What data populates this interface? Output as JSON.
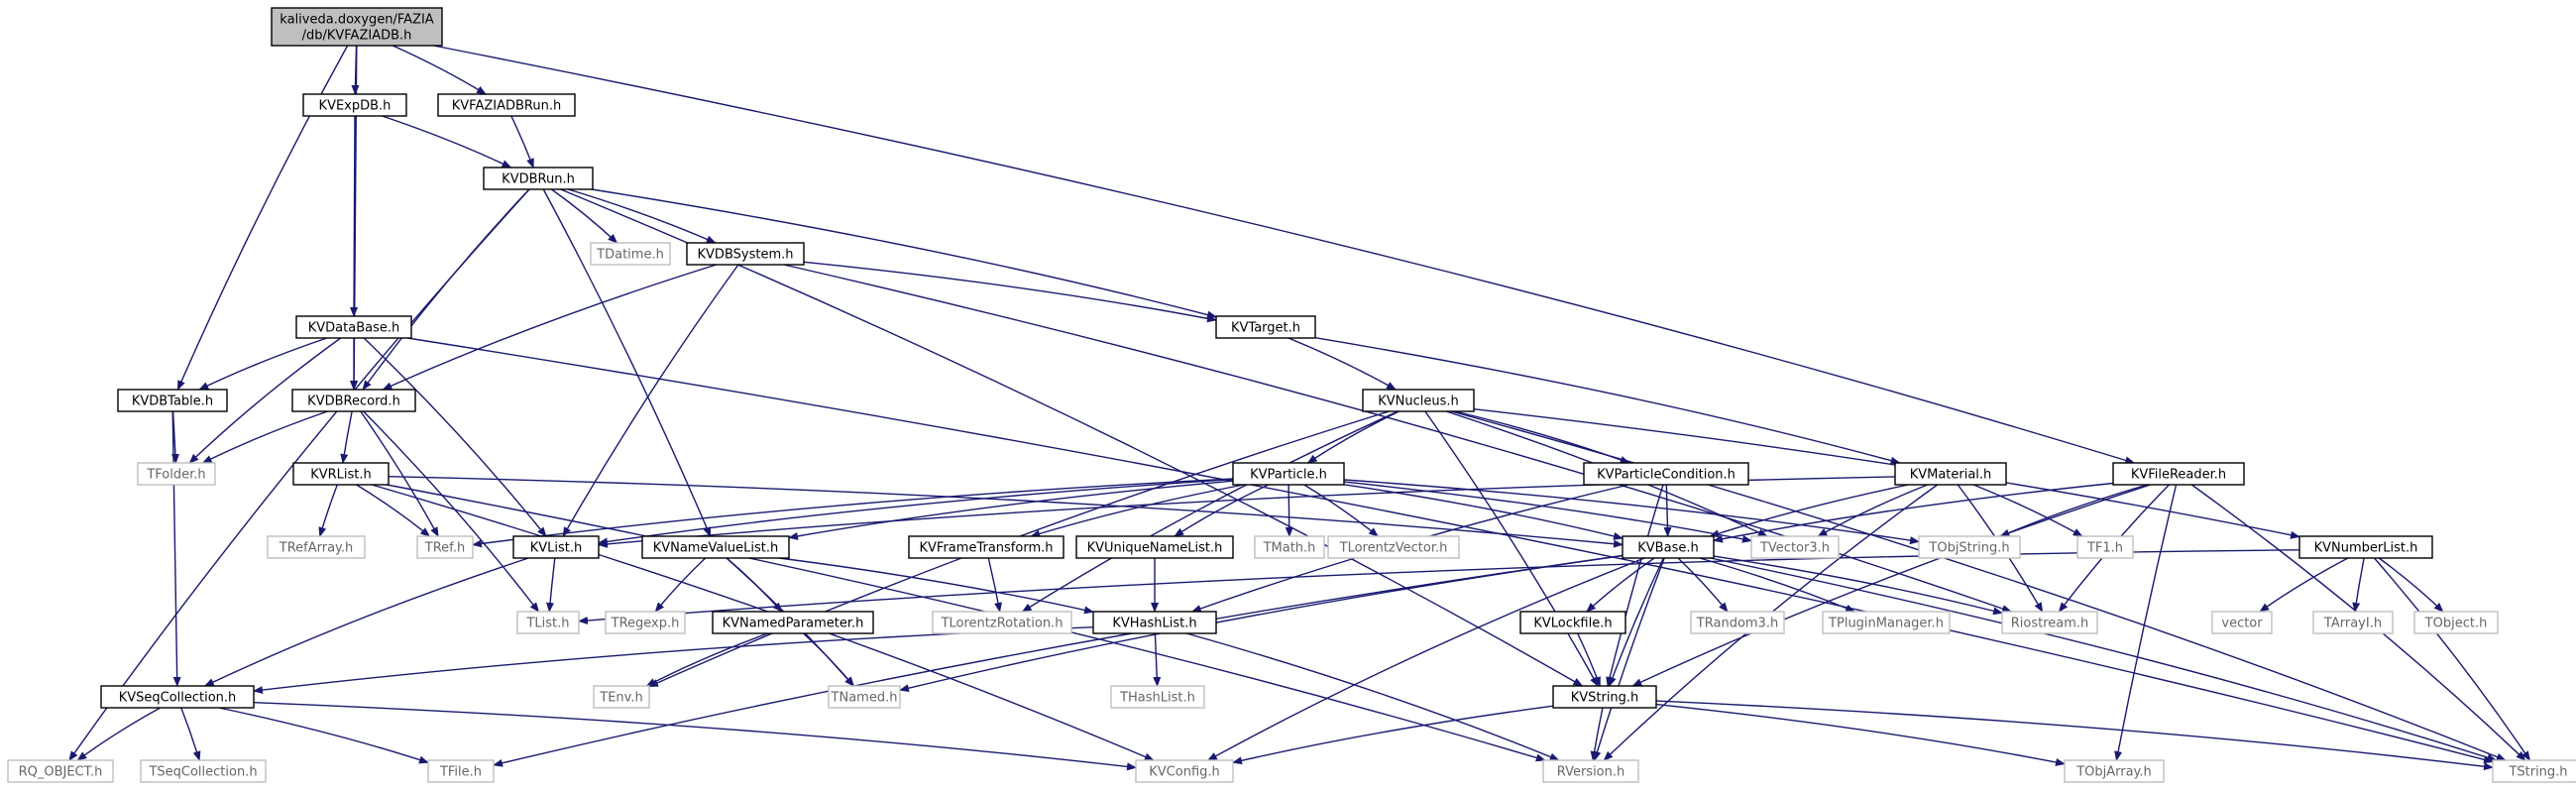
{
  "graph": {
    "colors": {
      "edge": "#191970",
      "root_fill": "#bfbfbf",
      "root_stroke": "#000000",
      "node_fill": "#ffffff",
      "node_stroke": "#000000",
      "external_stroke": "#bfbfbf",
      "external_text": "#666666",
      "text": "#000000"
    },
    "nodes": [
      {
        "id": "root",
        "lines": [
          "kaliveda.doxygen/FAZIA",
          "/db/KVFAZIADB.h"
        ],
        "kind": "root"
      },
      {
        "id": "kvexpdb",
        "lines": [
          "KVExpDB.h"
        ],
        "kind": "local"
      },
      {
        "id": "kvfaziadbrun",
        "lines": [
          "KVFAZIADBRun.h"
        ],
        "kind": "local"
      },
      {
        "id": "kvdbrun",
        "lines": [
          "KVDBRun.h"
        ],
        "kind": "local"
      },
      {
        "id": "tdatime",
        "lines": [
          "TDatime.h"
        ],
        "kind": "external"
      },
      {
        "id": "kvdbsystem",
        "lines": [
          "KVDBSystem.h"
        ],
        "kind": "local"
      },
      {
        "id": "kvtarget",
        "lines": [
          "KVTarget.h"
        ],
        "kind": "local"
      },
      {
        "id": "kvdatabase",
        "lines": [
          "KVDataBase.h"
        ],
        "kind": "local"
      },
      {
        "id": "kvdbtable",
        "lines": [
          "KVDBTable.h"
        ],
        "kind": "local"
      },
      {
        "id": "kvdbrecord",
        "lines": [
          "KVDBRecord.h"
        ],
        "kind": "local"
      },
      {
        "id": "tfolder",
        "lines": [
          "TFolder.h"
        ],
        "kind": "external"
      },
      {
        "id": "kvrlist",
        "lines": [
          "KVRList.h"
        ],
        "kind": "local"
      },
      {
        "id": "trefarray",
        "lines": [
          "TRefArray.h"
        ],
        "kind": "external"
      },
      {
        "id": "tref",
        "lines": [
          "TRef.h"
        ],
        "kind": "external"
      },
      {
        "id": "kvnucleus",
        "lines": [
          "KVNucleus.h"
        ],
        "kind": "local"
      },
      {
        "id": "kvparticle",
        "lines": [
          "KVParticle.h"
        ],
        "kind": "local"
      },
      {
        "id": "kvparticlecondition",
        "lines": [
          "KVParticleCondition.h"
        ],
        "kind": "local"
      },
      {
        "id": "kvmaterial",
        "lines": [
          "KVMaterial.h"
        ],
        "kind": "local"
      },
      {
        "id": "kvfilereader",
        "lines": [
          "KVFileReader.h"
        ],
        "kind": "local"
      },
      {
        "id": "kvlist",
        "lines": [
          "KVList.h"
        ],
        "kind": "local"
      },
      {
        "id": "kvnamevaluelist",
        "lines": [
          "KVNameValueList.h"
        ],
        "kind": "local"
      },
      {
        "id": "kvframetransform",
        "lines": [
          "KVFrameTransform.h"
        ],
        "kind": "local"
      },
      {
        "id": "kvuniquenamelist",
        "lines": [
          "KVUniqueNameList.h"
        ],
        "kind": "local"
      },
      {
        "id": "tmath",
        "lines": [
          "TMath.h"
        ],
        "kind": "external"
      },
      {
        "id": "tlorentzvector",
        "lines": [
          "TLorentzVector.h"
        ],
        "kind": "external"
      },
      {
        "id": "kvbase",
        "lines": [
          "KVBase.h"
        ],
        "kind": "local"
      },
      {
        "id": "tvector3",
        "lines": [
          "TVector3.h"
        ],
        "kind": "external"
      },
      {
        "id": "tobjstring",
        "lines": [
          "TObjString.h"
        ],
        "kind": "external"
      },
      {
        "id": "tf1",
        "lines": [
          "TF1.h"
        ],
        "kind": "external"
      },
      {
        "id": "kvnumberlist",
        "lines": [
          "KVNumberList.h"
        ],
        "kind": "local"
      },
      {
        "id": "tlist",
        "lines": [
          "TList.h"
        ],
        "kind": "external"
      },
      {
        "id": "tregexp",
        "lines": [
          "TRegexp.h"
        ],
        "kind": "external"
      },
      {
        "id": "kvnamedparameter",
        "lines": [
          "KVNamedParameter.h"
        ],
        "kind": "local"
      },
      {
        "id": "tlorentzrotation",
        "lines": [
          "TLorentzRotation.h"
        ],
        "kind": "external"
      },
      {
        "id": "kvhashlist",
        "lines": [
          "KVHashList.h"
        ],
        "kind": "local"
      },
      {
        "id": "kvlockfile",
        "lines": [
          "KVLockfile.h"
        ],
        "kind": "local"
      },
      {
        "id": "trandom3",
        "lines": [
          "TRandom3.h"
        ],
        "kind": "external"
      },
      {
        "id": "tpluginmanager",
        "lines": [
          "TPluginManager.h"
        ],
        "kind": "external"
      },
      {
        "id": "riostream",
        "lines": [
          "Riostream.h"
        ],
        "kind": "external"
      },
      {
        "id": "vector",
        "lines": [
          "vector"
        ],
        "kind": "external"
      },
      {
        "id": "tarrayi",
        "lines": [
          "TArrayI.h"
        ],
        "kind": "external"
      },
      {
        "id": "tobject",
        "lines": [
          "TObject.h"
        ],
        "kind": "external"
      },
      {
        "id": "kvseqcollection",
        "lines": [
          "KVSeqCollection.h"
        ],
        "kind": "local"
      },
      {
        "id": "tenv",
        "lines": [
          "TEnv.h"
        ],
        "kind": "external"
      },
      {
        "id": "tnamed",
        "lines": [
          "TNamed.h"
        ],
        "kind": "external"
      },
      {
        "id": "thashlist",
        "lines": [
          "THashList.h"
        ],
        "kind": "external"
      },
      {
        "id": "kvstring",
        "lines": [
          "KVString.h"
        ],
        "kind": "local"
      },
      {
        "id": "rq_object",
        "lines": [
          "RQ_OBJECT.h"
        ],
        "kind": "external"
      },
      {
        "id": "tseqcollection",
        "lines": [
          "TSeqCollection.h"
        ],
        "kind": "external"
      },
      {
        "id": "tfile",
        "lines": [
          "TFile.h"
        ],
        "kind": "external"
      },
      {
        "id": "kvconfig",
        "lines": [
          "KVConfig.h"
        ],
        "kind": "external"
      },
      {
        "id": "rversion",
        "lines": [
          "RVersion.h"
        ],
        "kind": "external"
      },
      {
        "id": "tobjarray",
        "lines": [
          "TObjArray.h"
        ],
        "kind": "external"
      },
      {
        "id": "tstring",
        "lines": [
          "TString.h"
        ],
        "kind": "external"
      }
    ],
    "edges": [
      [
        "root",
        "kvexpdb"
      ],
      [
        "root",
        "kvfaziadbrun"
      ],
      [
        "root",
        "kvdbtable"
      ],
      [
        "root",
        "kvdbrecord"
      ],
      [
        "root",
        "kvfilereader"
      ],
      [
        "kvexpdb",
        "kvdbrun"
      ],
      [
        "kvexpdb",
        "kvdatabase"
      ],
      [
        "kvfaziadbrun",
        "kvdbrun"
      ],
      [
        "kvdbrun",
        "tdatime"
      ],
      [
        "kvdbrun",
        "kvdbsystem"
      ],
      [
        "kvdbrun",
        "kvtarget"
      ],
      [
        "kvdbrun",
        "kvdbrecord"
      ],
      [
        "kvdbrun",
        "kvnamevaluelist"
      ],
      [
        "kvdbrun",
        "rq_object"
      ],
      [
        "kvdbrun",
        "kvstring"
      ],
      [
        "kvdbsystem",
        "kvtarget"
      ],
      [
        "kvdbsystem",
        "kvdbrecord"
      ],
      [
        "kvdbsystem",
        "kvlist"
      ],
      [
        "kvdbsystem",
        "riostream"
      ],
      [
        "kvtarget",
        "kvnucleus"
      ],
      [
        "kvtarget",
        "kvmaterial"
      ],
      [
        "kvdatabase",
        "kvdbtable"
      ],
      [
        "kvdatabase",
        "kvdbrecord"
      ],
      [
        "kvdatabase",
        "tfolder"
      ],
      [
        "kvdatabase",
        "kvlist"
      ],
      [
        "kvdatabase",
        "tstring"
      ],
      [
        "kvdbtable",
        "tfolder"
      ],
      [
        "kvdbtable",
        "kvseqcollection"
      ],
      [
        "kvdbrecord",
        "tfolder"
      ],
      [
        "kvdbrecord",
        "kvrlist"
      ],
      [
        "kvdbrecord",
        "tref"
      ],
      [
        "kvdbrecord",
        "tlist"
      ],
      [
        "kvrlist",
        "trefarray"
      ],
      [
        "kvrlist",
        "tref"
      ],
      [
        "kvrlist",
        "kvbase"
      ],
      [
        "kvrlist",
        "kvconfig"
      ],
      [
        "kvrlist",
        "rversion"
      ],
      [
        "kvnucleus",
        "kvparticle"
      ],
      [
        "kvnucleus",
        "kvparticlecondition"
      ],
      [
        "kvnucleus",
        "tvector3"
      ],
      [
        "kvnucleus",
        "kvnumberlist"
      ],
      [
        "kvnucleus",
        "kvstring"
      ],
      [
        "kvnucleus",
        "tlorentzrotation"
      ],
      [
        "kvnucleus",
        "tenv"
      ],
      [
        "kvnucleus",
        "tstring"
      ],
      [
        "kvparticle",
        "kvlist"
      ],
      [
        "kvparticle",
        "kvnamevaluelist"
      ],
      [
        "kvparticle",
        "kvframetransform"
      ],
      [
        "kvparticle",
        "kvuniquenamelist"
      ],
      [
        "kvparticle",
        "tmath"
      ],
      [
        "kvparticle",
        "tlorentzvector"
      ],
      [
        "kvparticle",
        "kvbase"
      ],
      [
        "kvparticle",
        "tvector3"
      ],
      [
        "kvparticle",
        "tobjstring"
      ],
      [
        "kvparticle",
        "tref"
      ],
      [
        "kvparticlecondition",
        "kvbase"
      ],
      [
        "kvparticlecondition",
        "kvhashlist"
      ],
      [
        "kvparticlecondition",
        "kvstring"
      ],
      [
        "kvmaterial",
        "kvbase"
      ],
      [
        "kvmaterial",
        "tvector3"
      ],
      [
        "kvmaterial",
        "tf1"
      ],
      [
        "kvmaterial",
        "riostream"
      ],
      [
        "kvmaterial",
        "rversion"
      ],
      [
        "kvmaterial",
        "kvlist"
      ],
      [
        "kvfilereader",
        "kvbase"
      ],
      [
        "kvfilereader",
        "tobjstring"
      ],
      [
        "kvfilereader",
        "kvstring"
      ],
      [
        "kvfilereader",
        "riostream"
      ],
      [
        "kvfilereader",
        "tobjarray"
      ],
      [
        "kvfilereader",
        "tstring"
      ],
      [
        "kvlist",
        "tlist"
      ],
      [
        "kvlist",
        "kvseqcollection"
      ],
      [
        "kvnamevaluelist",
        "tregexp"
      ],
      [
        "kvnamevaluelist",
        "kvnamedparameter"
      ],
      [
        "kvnamevaluelist",
        "tnamed"
      ],
      [
        "kvnamevaluelist",
        "kvhashlist"
      ],
      [
        "kvframetransform",
        "tlorentzrotation"
      ],
      [
        "kvuniquenamelist",
        "kvhashlist"
      ],
      [
        "kvbase",
        "kvlockfile"
      ],
      [
        "kvbase",
        "trandom3"
      ],
      [
        "kvbase",
        "tpluginmanager"
      ],
      [
        "kvbase",
        "riostream"
      ],
      [
        "kvbase",
        "kvstring"
      ],
      [
        "kvbase",
        "rversion"
      ],
      [
        "kvbase",
        "kvconfig"
      ],
      [
        "kvbase",
        "tnamed"
      ],
      [
        "kvbase",
        "tfile"
      ],
      [
        "kvbase",
        "tstring"
      ],
      [
        "kvnumberlist",
        "tlist"
      ],
      [
        "kvnumberlist",
        "vector"
      ],
      [
        "kvnumberlist",
        "tarrayi"
      ],
      [
        "kvnumberlist",
        "tobject"
      ],
      [
        "kvnumberlist",
        "tstring"
      ],
      [
        "kvnamedparameter",
        "tenv"
      ],
      [
        "kvnamedparameter",
        "tnamed"
      ],
      [
        "kvhashlist",
        "kvseqcollection"
      ],
      [
        "kvhashlist",
        "thashlist"
      ],
      [
        "kvhashlist",
        "rversion"
      ],
      [
        "kvlockfile",
        "kvstring"
      ],
      [
        "kvseqcollection",
        "rq_object"
      ],
      [
        "kvseqcollection",
        "tseqcollection"
      ],
      [
        "kvseqcollection",
        "tfile"
      ],
      [
        "kvseqcollection",
        "kvconfig"
      ],
      [
        "kvstring",
        "kvconfig"
      ],
      [
        "kvstring",
        "rversion"
      ],
      [
        "kvstring",
        "tobjarray"
      ],
      [
        "kvstring",
        "tstring"
      ]
    ]
  }
}
